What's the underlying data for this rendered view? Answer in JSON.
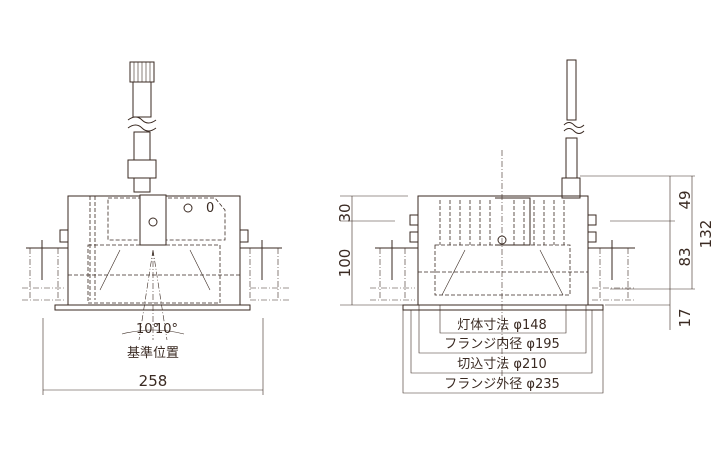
{
  "front_view": {
    "angle_left": "10°",
    "angle_right": "10°",
    "reference_label": "基準位置",
    "width_dim": "258",
    "switch_mark": "0"
  },
  "side_view": {
    "dim_top_left": "30",
    "dim_height_left": "100",
    "dim_49": "49",
    "dim_83": "83",
    "dim_132": "132",
    "dim_17": "17",
    "body_size": "灯体寸法 φ148",
    "flange_inner": "フランジ内径 φ195",
    "cutout_size": "切込寸法 φ210",
    "flange_outer": "フランジ外径 φ235"
  }
}
